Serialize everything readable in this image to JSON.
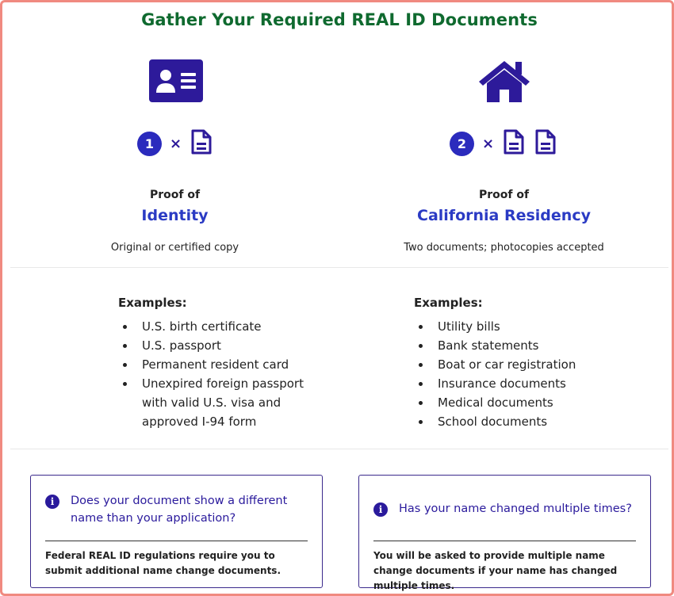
{
  "title": "Gather Your Required REAL ID Documents",
  "colors": {
    "title": "#0f6a2f",
    "accent_purple": "#2d1a9a",
    "badge_blue": "#2b2bbd",
    "proof_blue": "#2b3bc4",
    "border": "#f08a80"
  },
  "identity": {
    "icon": "id-card-icon",
    "count": "1",
    "times": "×",
    "proof_of": "Proof of",
    "title": "Identity",
    "subtitle": "Original or certified copy",
    "examples_label": "Examples:",
    "examples": [
      "U.S. birth certificate",
      "U.S. passport",
      "Permanent resident card",
      "Unexpired foreign passport with valid U.S. visa and approved I-94 form"
    ]
  },
  "residency": {
    "icon": "house-icon",
    "count": "2",
    "times": "×",
    "proof_of": "Proof of",
    "title": "California Residency",
    "subtitle": "Two documents; photocopies accepted",
    "examples_label": "Examples:",
    "examples": [
      "Utility bills",
      "Bank statements",
      "Boat or car registration",
      "Insurance documents",
      "Medical documents",
      "School documents"
    ]
  },
  "cards": [
    {
      "question": "Does your document show a different name than your application?",
      "body": "Federal REAL ID regulations require you to submit additional name change documents."
    },
    {
      "question": "Has your name changed multiple times?",
      "body": "You will be asked to provide multiple name change documents if your name has changed multiple times."
    }
  ]
}
